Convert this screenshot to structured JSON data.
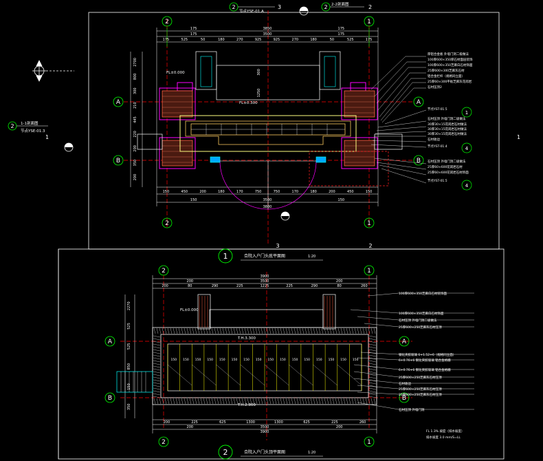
{
  "colors": {
    "background": "#000000",
    "frame": "#ffffff",
    "grid_circle": "#00ff00",
    "dim_line": "#ffffff",
    "wall_outline": "#ff00ff",
    "hatch": "#ff6040",
    "red_axis": "#ff0000",
    "cyan": "#00ffff",
    "yellow": "#ffff00",
    "leader": "#ffffff"
  },
  "plan1": {
    "title": "合院入户门头底平面图",
    "scale": "1:20",
    "number": "1",
    "top_dims_1": [
      "175",
      "3850",
      "175"
    ],
    "top_dims_2": [
      "175",
      "3500",
      "175"
    ],
    "top_dims_3": [
      "175",
      "525",
      "50",
      "180",
      "270",
      "925",
      "925",
      "270",
      "180",
      "50",
      "525",
      "175"
    ],
    "bottom_dims_1": [
      "150",
      "450",
      "200",
      "180",
      "170",
      "750",
      "750",
      "170",
      "180",
      "200",
      "450",
      "150"
    ],
    "bottom_dims_2": [
      "150",
      "3500",
      "150"
    ],
    "bottom_dims_3": [
      "3800"
    ],
    "left_dims": [
      "2700",
      "800",
      "300",
      "210",
      "445",
      "220",
      "200",
      "350",
      "200"
    ],
    "center_dims": [
      "300",
      "1250"
    ],
    "fl_labels": [
      "FL±0.000",
      "FL±0.300"
    ],
    "section_ref_top_left": {
      "num": "2",
      "text": "节点YSE-01.A",
      "sub": "3"
    },
    "section_ref_top_right": {
      "num": "2",
      "text": "2-2剖面图",
      "sub": "2"
    },
    "section_ref_left": {
      "num": "2",
      "text": "1-1剖面图",
      "sub2": "节点YSE-01.3",
      "sub": "1"
    },
    "right_marker": "1",
    "axes": {
      "top_left": "2",
      "top_right": "1",
      "left_a": "A",
      "left_b": "B",
      "right_a": "A",
      "right_b": "B",
      "bottom_left": "2",
      "bottom_right": "1",
      "bottom_3": "3",
      "bottom_2": "2"
    },
    "notes": [
      "厚铝合金板 外墙门洞二级做法",
      "100厚600×350厚石材面层装饰",
      "100厚600×350芝麻白石材饰面",
      "25厚600×300芝麻灰石材",
      "铝合金栏杆（规格同立面）",
      "25厚60×300平板芝麻灰花岗岩",
      "石材压顶2",
      "节点YST-01.5",
      "石材压顶 外墙门洞二级做法",
      "30厚30×15花岗岩石材做法",
      "30厚30×15花岗岩石材做法",
      "30厚30×15花岗岩石材做法",
      "石材收边",
      "节点YST-01.4",
      "石材压顶 外墙门洞二级做法",
      "25厚60×600花岗岩石材",
      "25厚60×600花岗岩石材饰面",
      "节点YST-01.5"
    ],
    "note_bubbles": [
      "1",
      "4",
      "4"
    ]
  },
  "plan2": {
    "title": "合院入户门头顶平面图",
    "scale": "1:20",
    "number": "2",
    "top_dims_1": [
      "3900"
    ],
    "top_dims_2": [
      "200",
      "3500",
      "200"
    ],
    "top_dims_3": [
      "200",
      "80",
      "290",
      "225",
      "1225",
      "225",
      "290",
      "80",
      "260"
    ],
    "bottom_dims_1": [
      "200",
      "225",
      "625",
      "1300",
      "1300",
      "625",
      "225",
      "260"
    ],
    "bottom_dims_2": [
      "200",
      "3500",
      "200"
    ],
    "bottom_dims_3": [
      "3900"
    ],
    "left_dims": [
      "2270",
      "525",
      "525",
      "850",
      "150",
      "350"
    ],
    "fl_labels": [
      "FL±0.000",
      "T.H.3.300",
      "T.H.2.800"
    ],
    "axes": {
      "top": "2",
      "top_right": "1",
      "left_a": "A",
      "left_b": "B",
      "right_a": "A",
      "right_b": "B",
      "bottom_left": "2",
      "bottom_right": "1"
    },
    "bay_labels": [
      "150",
      "150",
      "150",
      "150",
      "150",
      "150",
      "150",
      "150",
      "150",
      "150",
      "150",
      "150",
      "150",
      "150",
      "150",
      "150"
    ],
    "notes": [
      "100厚600×350芝麻白石材装饰面",
      "100厚600×350芝麻白石材饰面",
      "石材压顶 外墙门洞二级做法",
      "25厚600×250芝麻灰石材压顶",
      "钢化夹胶玻璃 6+1.52+6（规格同立面）",
      "6+0.76+6 钢化夹胶玻璃 铝合金格栅",
      "6+0.76+6 钢化夹胶玻璃 铝合金格栅",
      "25厚600×250芝麻灰石材压顶",
      "石材收边",
      "25厚600×250芝麻灰石材压顶",
      "25厚600×250芝麻灰石材压顶",
      "石材压顶 外墙门洞"
    ],
    "footnote": [
      "FL 1.3% 坡度（排水坡度）",
      "排水坡度 3.0 mm/S=LL"
    ]
  }
}
